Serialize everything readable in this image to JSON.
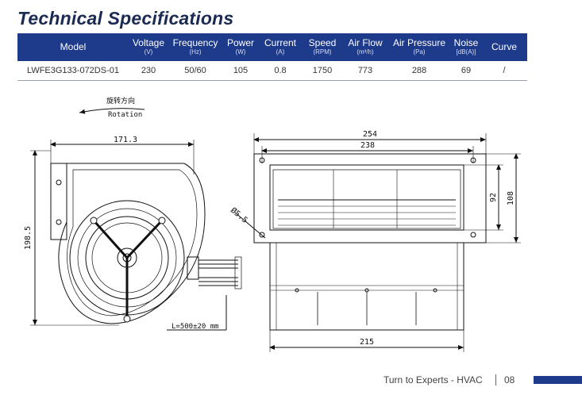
{
  "title": "Technical Specifications",
  "table": {
    "headers": [
      {
        "label": "Model",
        "unit": ""
      },
      {
        "label": "Voltage",
        "unit": "(V)"
      },
      {
        "label": "Frequency",
        "unit": "(Hz)"
      },
      {
        "label": "Power",
        "unit": "(W)"
      },
      {
        "label": "Current",
        "unit": "(A)"
      },
      {
        "label": "Speed",
        "unit": "(RPM)"
      },
      {
        "label": "Air Flow",
        "unit": "(m³/h)"
      },
      {
        "label": "Air Pressure",
        "unit": "(Pa)"
      },
      {
        "label": "Noise",
        "unit": "[dB(A)]"
      },
      {
        "label": "Curve",
        "unit": ""
      }
    ],
    "rows": [
      [
        "LWFE3G133-072DS-01",
        "230",
        "50/60",
        "105",
        "0.8",
        "1750",
        "773",
        "288",
        "69",
        "/"
      ]
    ]
  },
  "drawing": {
    "rotation_cn": "旋转方向",
    "rotation_en": "Rotation",
    "dim_width_left": "171.3",
    "dim_height_left": "198.5",
    "dim_cable": "L=500±20 mm",
    "dim_hole": "Ø5.5",
    "dim_overall_width": "254",
    "dim_hole_spacing": "238",
    "dim_height_outer": "108",
    "dim_height_inner": "92",
    "dim_body_width": "215"
  },
  "footer": {
    "text": "Turn to Experts - HVAC",
    "page": "08"
  },
  "colors": {
    "header_bg": "#1e3a8a",
    "title": "#1a2a52",
    "accent_bar": "#1e3a8a"
  }
}
